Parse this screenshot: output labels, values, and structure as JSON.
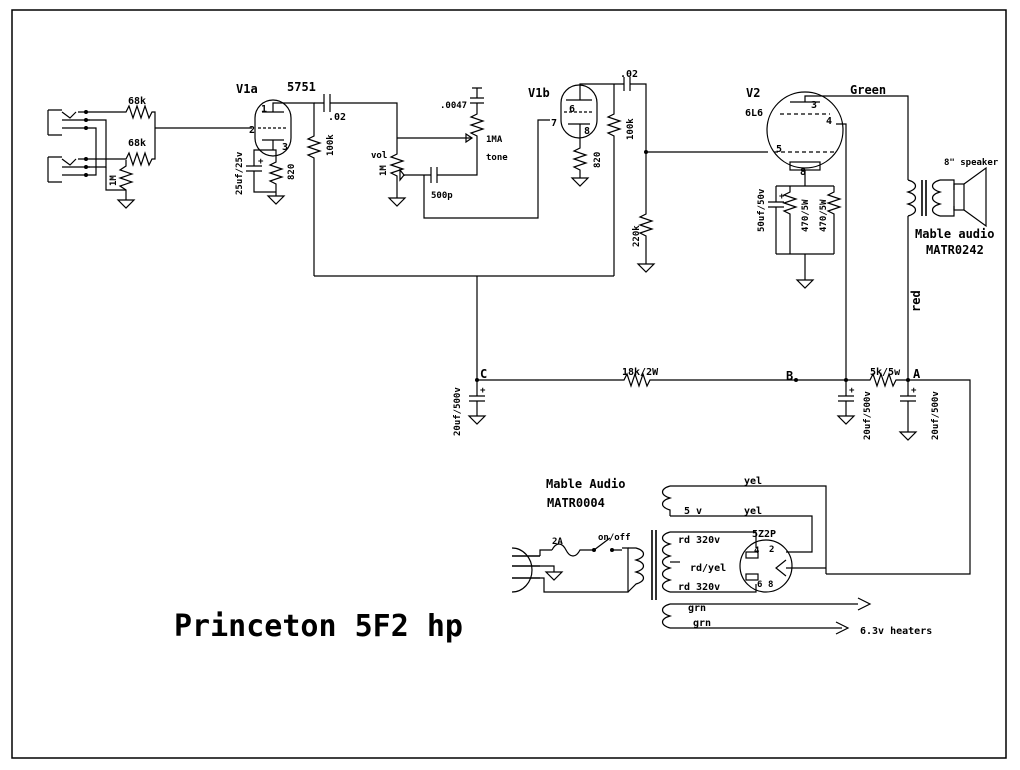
{
  "title": "Princeton 5F2 hp",
  "tubes": {
    "v1a": "V1a",
    "v1a_type": "5751",
    "v1b": "V1b",
    "v2": "V2",
    "v2_type": "6L6",
    "pin1": "1",
    "pin2": "2",
    "pin3": "3",
    "pin6": "6",
    "pin7": "7",
    "pin8": "8",
    "v2_pin3": "3",
    "v2_pin4": "4",
    "v2_pin5": "5",
    "v2_pin8": "8"
  },
  "components": {
    "r_in1": "68k",
    "r_in2": "68k",
    "r_in_1m": "1M",
    "c_cath1": "25uf/25v",
    "r_cath1": "820",
    "r_plate1": "100k",
    "c_couple1": ".02",
    "c_tone": ".0047",
    "pot_tone": "1MA",
    "tone_label": "tone",
    "pot_vol": "1M",
    "vol_label": "vol",
    "c_500p": "500p",
    "c_couple2": ".02",
    "r_plate2": "100k",
    "r_cath2": "820",
    "r_grid": "220k",
    "c_cath_v2": "50uf/50v",
    "r_cath_v2a": "470/5W",
    "r_cath_v2b": "470/5W",
    "r_supply1": "18k/2W",
    "r_supply2": "5k/5w",
    "c_filter_c": "20uf/500v",
    "c_filter_b": "20uf/500v",
    "c_filter_a": "20uf/500v"
  },
  "nodes": {
    "a": "A",
    "b": "B",
    "c": "C"
  },
  "output": {
    "wire_green": "Green",
    "wire_red": "red",
    "speaker": "8\" speaker",
    "brand": "Mable audio",
    "part": "MATR0242"
  },
  "power": {
    "brand": "Mable Audio",
    "part": "MATR0004",
    "fuse": "2A",
    "switch": "on/off",
    "rect": "5Z2P",
    "yel1": "yel",
    "yel2": "yel",
    "five_v": "5 v",
    "rd1": "rd 320v",
    "rdyel": "rd/yel",
    "rd2": "rd 320v",
    "grn1": "grn",
    "grn2": "grn",
    "heaters": "6.3v heaters",
    "rp2": "2",
    "rp4": "4",
    "rp6": "6",
    "rp8": "8"
  }
}
